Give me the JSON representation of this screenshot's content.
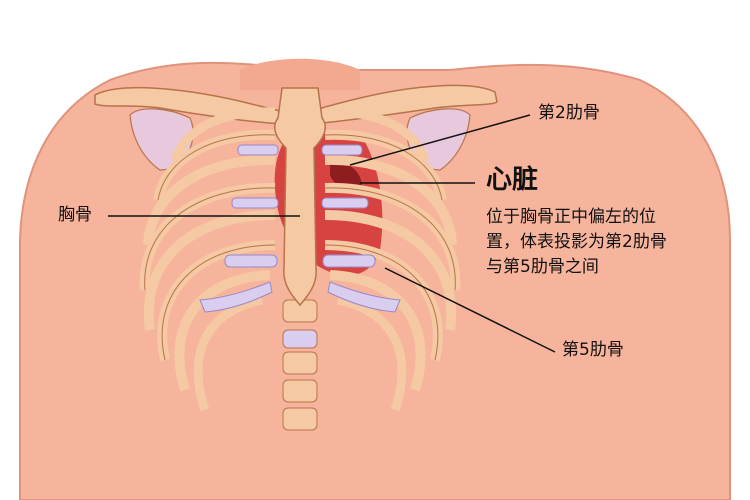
{
  "labels": {
    "rib2": "第2肋骨",
    "heart_title": "心脏",
    "heart_desc_line1": "位于胸骨正中偏左的位",
    "heart_desc_line2": "置，体表投影为第2肋骨",
    "heart_desc_line3": "与第5肋骨之间",
    "sternum": "胸骨",
    "rib5": "第5肋骨"
  },
  "colors": {
    "skin": "#f7b49c",
    "skin_edge": "#e0937c",
    "bone": "#f4c9a3",
    "bone_edge": "#b8734a",
    "cartilage": "#d9cdf0",
    "heart": "#d23a3a",
    "leader": "#111111"
  }
}
